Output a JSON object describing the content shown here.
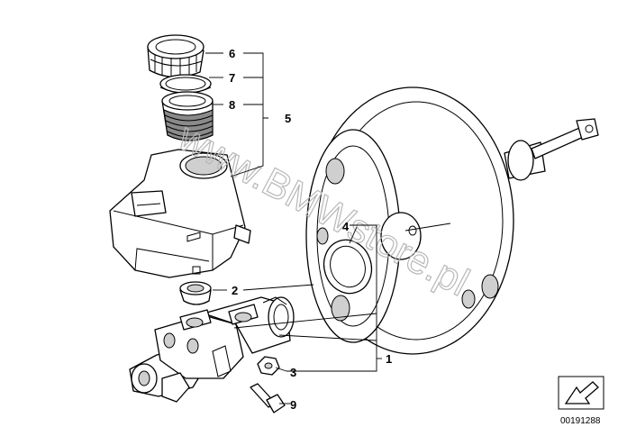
{
  "diagram": {
    "callouts": [
      {
        "id": "c1",
        "label": "1"
      },
      {
        "id": "c2",
        "label": "2"
      },
      {
        "id": "c3",
        "label": "3"
      },
      {
        "id": "c4",
        "label": "4"
      },
      {
        "id": "c5",
        "label": "5"
      },
      {
        "id": "c6",
        "label": "6"
      },
      {
        "id": "c7",
        "label": "7"
      },
      {
        "id": "c8",
        "label": "8"
      },
      {
        "id": "c9",
        "label": "9"
      }
    ],
    "watermark": "www.BMWstore.pl",
    "diagram_code": "00191288"
  }
}
